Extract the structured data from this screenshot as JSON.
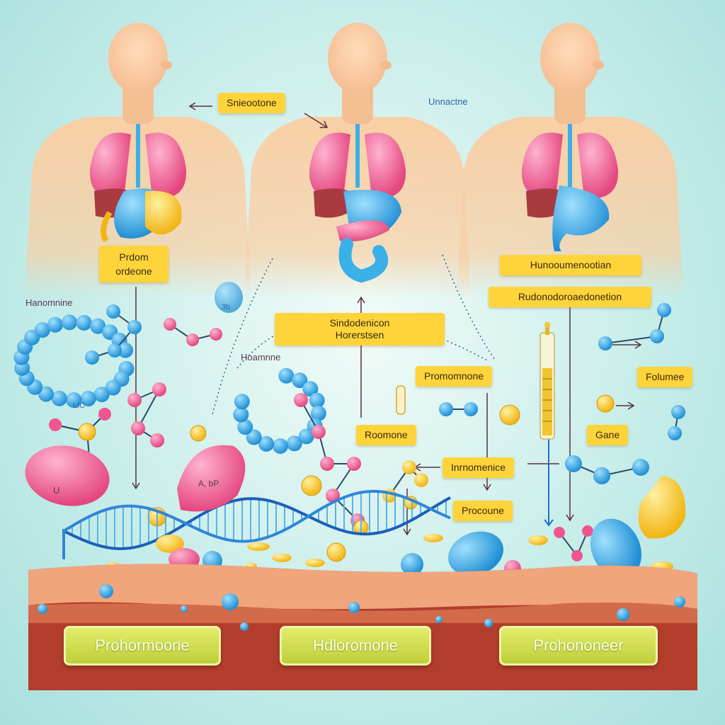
{
  "labels": {
    "top_center": "Snieootone",
    "top_right_plain": "Unnactne",
    "left_box_1": "Prdom",
    "left_box_2": "ordeone",
    "left_plain_1": "Hanomnine",
    "left_plain_2": "Hoamnne",
    "center_box_1": "Sindodenicon",
    "center_box_2": "Horerstsen",
    "right_box_1": "Hunooumenootian",
    "right_box_2": "Rudonodoroaedonetion",
    "mid_box_1": "Promomnone",
    "mid_box_2": "Roomone",
    "mid_box_3": "Inrnomenice",
    "mid_box_4": "Procoune",
    "far_right_1": "Folumee",
    "far_right_2": "Gane",
    "small_1": "LIC",
    "small_2": "A, bP",
    "small_3": "U",
    "small_4": "3b"
  },
  "base_labels": [
    "Prohormoone",
    "Hdloromone",
    "Prohononeer"
  ],
  "colors": {
    "label_bg": "#ffd43b",
    "lung": "#ef6aa0",
    "organ_blue": "#3ab0e8",
    "organ_yellow": "#ffc928",
    "skin": "#f9cfa4",
    "molecule_blue": "#3aa9e2",
    "molecule_pink": "#f0558f",
    "tissue": "#c45a3f"
  }
}
